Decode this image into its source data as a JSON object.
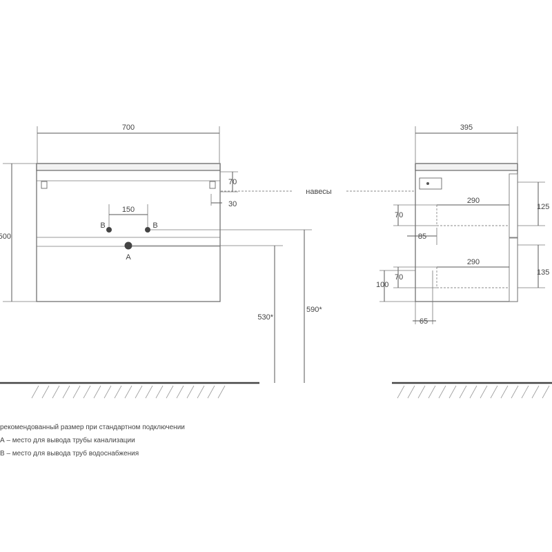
{
  "front_view": {
    "width": "700",
    "height": "500",
    "hinge_offset_v": "70",
    "hinge_offset_h": "30",
    "pipe_spacing": "150",
    "label_b": "B",
    "label_a": "A",
    "height_530": "530*",
    "height_590": "590*"
  },
  "hinges_label": "навесы",
  "side_view": {
    "depth": "395",
    "drawer_depth_top": "290",
    "drawer_depth_bottom": "290",
    "dim_125": "125",
    "dim_70_top": "70",
    "dim_85": "85",
    "dim_135": "135",
    "dim_70_bottom": "70",
    "dim_100": "100",
    "dim_65": "65"
  },
  "legend": [
    "рекомендованный размер при стандартном подключении",
    "А – место для вывода трубы канализации",
    "В – место для вывода труб водоснабжения"
  ]
}
